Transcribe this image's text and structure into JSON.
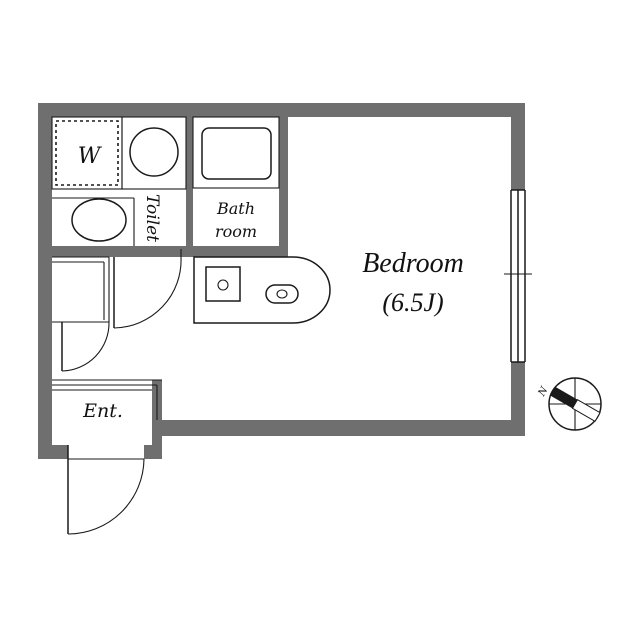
{
  "rooms": {
    "bedroom": {
      "name": "Bedroom",
      "size": "(6.5J)"
    },
    "washer": "W",
    "toilet": "Toilet",
    "bath_line1": "Bath",
    "bath_line2": "room",
    "entrance": "Ent."
  },
  "compass": {
    "north_label": "N"
  },
  "colors": {
    "wall": "#6f6f6f",
    "line": "#1a1a1a",
    "background": "#ffffff"
  }
}
